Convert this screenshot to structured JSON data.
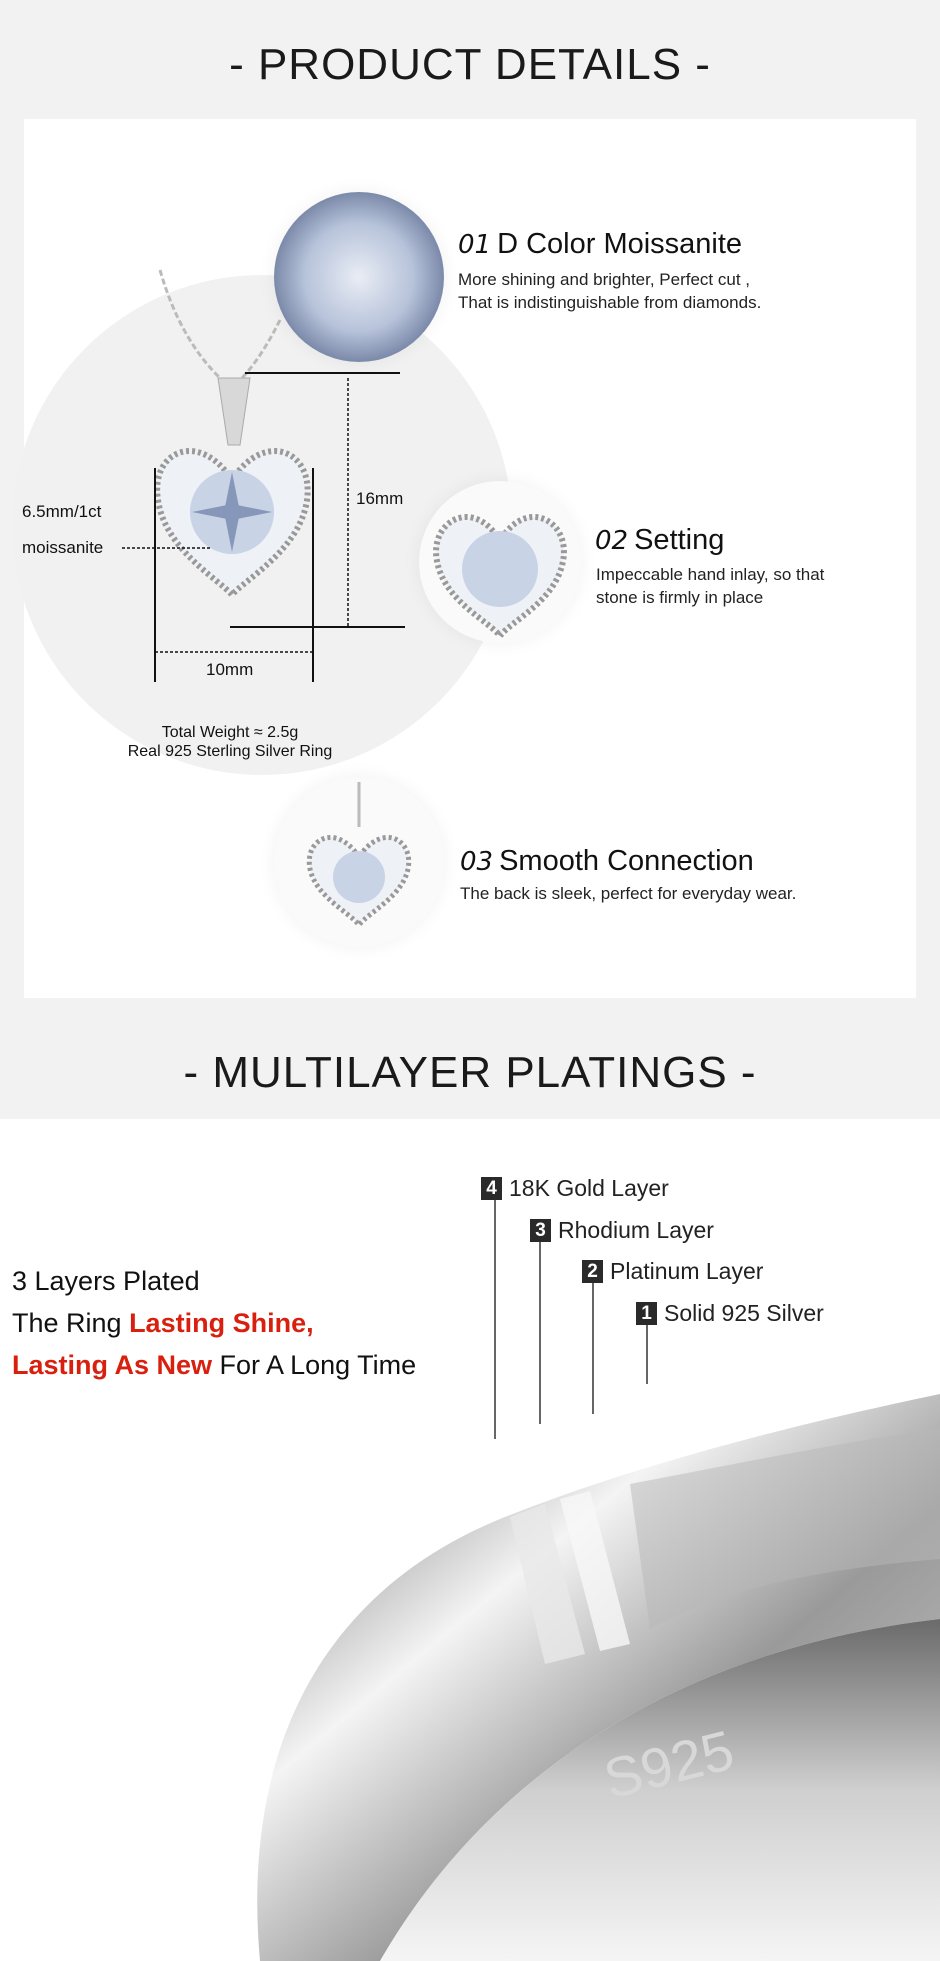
{
  "product_details": {
    "heading": "- PRODUCT DETAILS -",
    "features": [
      {
        "number": "01",
        "title": "D Color Moissanite",
        "desc": [
          "More shining and brighter, Perfect cut ,",
          "That is indistinguishable from diamonds."
        ]
      },
      {
        "number": "02",
        "title": "Setting",
        "desc": [
          "Impeccable hand inlay, so that",
          "stone is firmly in place"
        ]
      },
      {
        "number": "03",
        "title": "Smooth Connection",
        "desc": [
          "The back is sleek, perfect for everyday wear."
        ]
      }
    ],
    "dimensions": {
      "height": "16mm",
      "width": "10mm",
      "stone_line1": "6.5mm/1ct",
      "stone_line2": "moissanite"
    },
    "weight": "Total Weight ≈ 2.5g",
    "material": "Real 925 Sterling Silver Ring"
  },
  "platings": {
    "heading": "- MULTILAYER PLATINGS -",
    "layers": [
      {
        "num": "4",
        "label": "18K Gold Layer"
      },
      {
        "num": "3",
        "label": "Rhodium Layer"
      },
      {
        "num": "2",
        "label": "Platinum Layer"
      },
      {
        "num": "1",
        "label": "Solid 925 Silver"
      }
    ],
    "line1": "3 Layers Plated",
    "line2_a": "The Ring ",
    "line2_b": "Lasting Shine,",
    "line3_a": "Lasting As New",
    "line3_b": " For A Long Time",
    "engraving": "S925",
    "accent_color": "#d9200f"
  }
}
